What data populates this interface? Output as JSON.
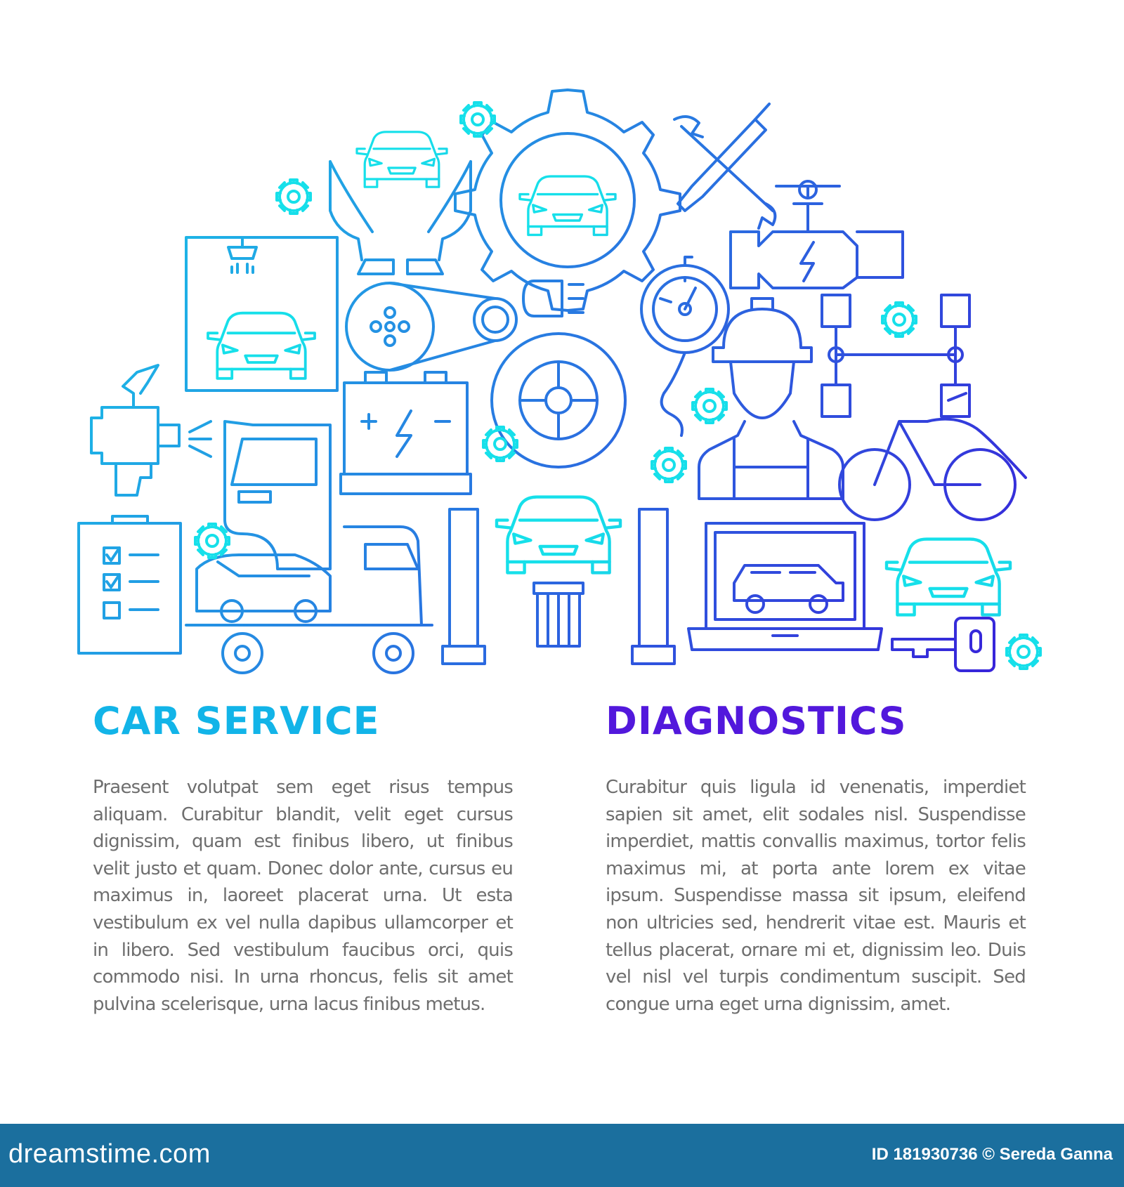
{
  "left_column": {
    "title": "CAR SERVICE",
    "body": "Praesent volutpat sem eget risus tempus aliquam. Curabitur blandit, velit eget cursus dignissim, quam est finibus libero, ut finibus velit justo et quam. Donec dolor ante, cursus eu maximus in, laoreet placerat urna. Ut esta vestibulum ex vel nulla dapibus ullamcorper et in libero. Sed vestibulum faucibus orci, quis commodo nisi. In urna rhoncus, felis sit amet pulvina scelerisque, urna lacus finibus metus."
  },
  "right_column": {
    "title": "DIAGNOSTICS",
    "body": "Curabitur quis ligula id venenatis, imperdiet sapien sit amet, elit sodales nisl. Suspendisse imperdiet, mattis convallis maximus, tortor felis maximus mi, at porta ante lorem ex vitae ipsum. Suspendisse massa sit ipsum, eleifend non ultricies sed, hendrerit vitae est. Mauris et tellus placerat, ornare mi et, dignissim leo. Duis vel nisl vel turpis condimentum suscipit. Sed congue urna eget urna dignissim, amet."
  },
  "footer": {
    "brand": "dreamstime.com",
    "id_credit": "ID 181930736 © Sereda Ganna"
  },
  "colors": {
    "gradient_start": "#16e0ea",
    "gradient_end": "#3a12d8",
    "title_left": "#12b4e8",
    "title_right": "#5218dc",
    "body_text": "#6e6e6e",
    "footer_bg": "#1b6f9e"
  },
  "illustration": {
    "style": "outline line-art, cyan-to-violet gradient",
    "icons": [
      "car-wash-icon",
      "hands-car-icon",
      "gear-car-icon",
      "wrench-screwdriver-icon",
      "engine-icon",
      "belt-icon",
      "light-bulb-icon",
      "gauge-icon",
      "wheel-icon",
      "mechanic-icon",
      "scheme-icon",
      "spray-gun-icon",
      "battery-icon",
      "car-door-icon",
      "motorcycle-icon",
      "checklist-icon",
      "tow-truck-icon",
      "car-lift-icon",
      "laptop-car-icon",
      "car-front-icon",
      "car-key-icon",
      "small-gear-icon"
    ]
  }
}
